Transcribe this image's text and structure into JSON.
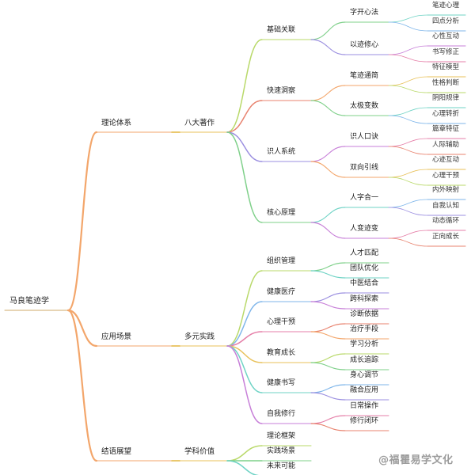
{
  "root": {
    "label": "马良笔迹学"
  },
  "branches": [
    {
      "label": "理论体系",
      "child": {
        "label": "八大著作",
        "children": [
          {
            "label": "基础关联",
            "children": [
              {
                "label": "字开心法",
                "children": [
                  "笔迹心理",
                  "四点分析"
                ]
              },
              {
                "label": "以迹修心",
                "children": [
                  "心性互动",
                  "书写修正"
                ]
              }
            ]
          },
          {
            "label": "快速洞察",
            "children": [
              {
                "label": "笔迹通简",
                "children": [
                  "特征模型",
                  "性格判断"
                ]
              },
              {
                "label": "太极变数",
                "children": [
                  "阴阳规律",
                  "心理转折"
                ]
              }
            ]
          },
          {
            "label": "识人系统",
            "children": [
              {
                "label": "识人口诀",
                "children": [
                  "篇章特征",
                  "人际辅助"
                ]
              },
              {
                "label": "双向引线",
                "children": [
                  "心迹互动",
                  "心理干预"
                ]
              }
            ]
          },
          {
            "label": "核心原理",
            "children": [
              {
                "label": "人字合一",
                "children": [
                  "内外映射",
                  "自我认知"
                ]
              },
              {
                "label": "人变迹变",
                "children": [
                  "动态循环",
                  "正向成长"
                ]
              }
            ]
          }
        ]
      }
    },
    {
      "label": "应用场景",
      "child": {
        "label": "多元实践",
        "children": [
          {
            "label": "组织管理",
            "children": [
              "人才匹配",
              "团队优化"
            ]
          },
          {
            "label": "健康医疗",
            "children": [
              "中医结合",
              "跨科探索"
            ]
          },
          {
            "label": "心理干预",
            "children": [
              "诊断依据",
              "治疗手段"
            ]
          },
          {
            "label": "教育成长",
            "children": [
              "学习分析",
              "成长追踪"
            ]
          },
          {
            "label": "健康书写",
            "children": [
              "身心调节",
              "融合应用"
            ]
          },
          {
            "label": "自我修行",
            "children": [
              "日常操作",
              "修行闭环"
            ]
          }
        ]
      }
    },
    {
      "label": "结语展望",
      "child": {
        "label": "学科价值",
        "children": [
          "理论框架",
          "实践场景",
          "未来可能"
        ]
      }
    }
  ],
  "watermark": "@福瞿易学文化",
  "colors": [
    "#f3a66b",
    "#e8c15a",
    "#b9d96a",
    "#7fd08a",
    "#6fd3c5",
    "#7fb6ea",
    "#9b8fe0",
    "#c77fd8",
    "#e57fa8",
    "#e8836f"
  ]
}
